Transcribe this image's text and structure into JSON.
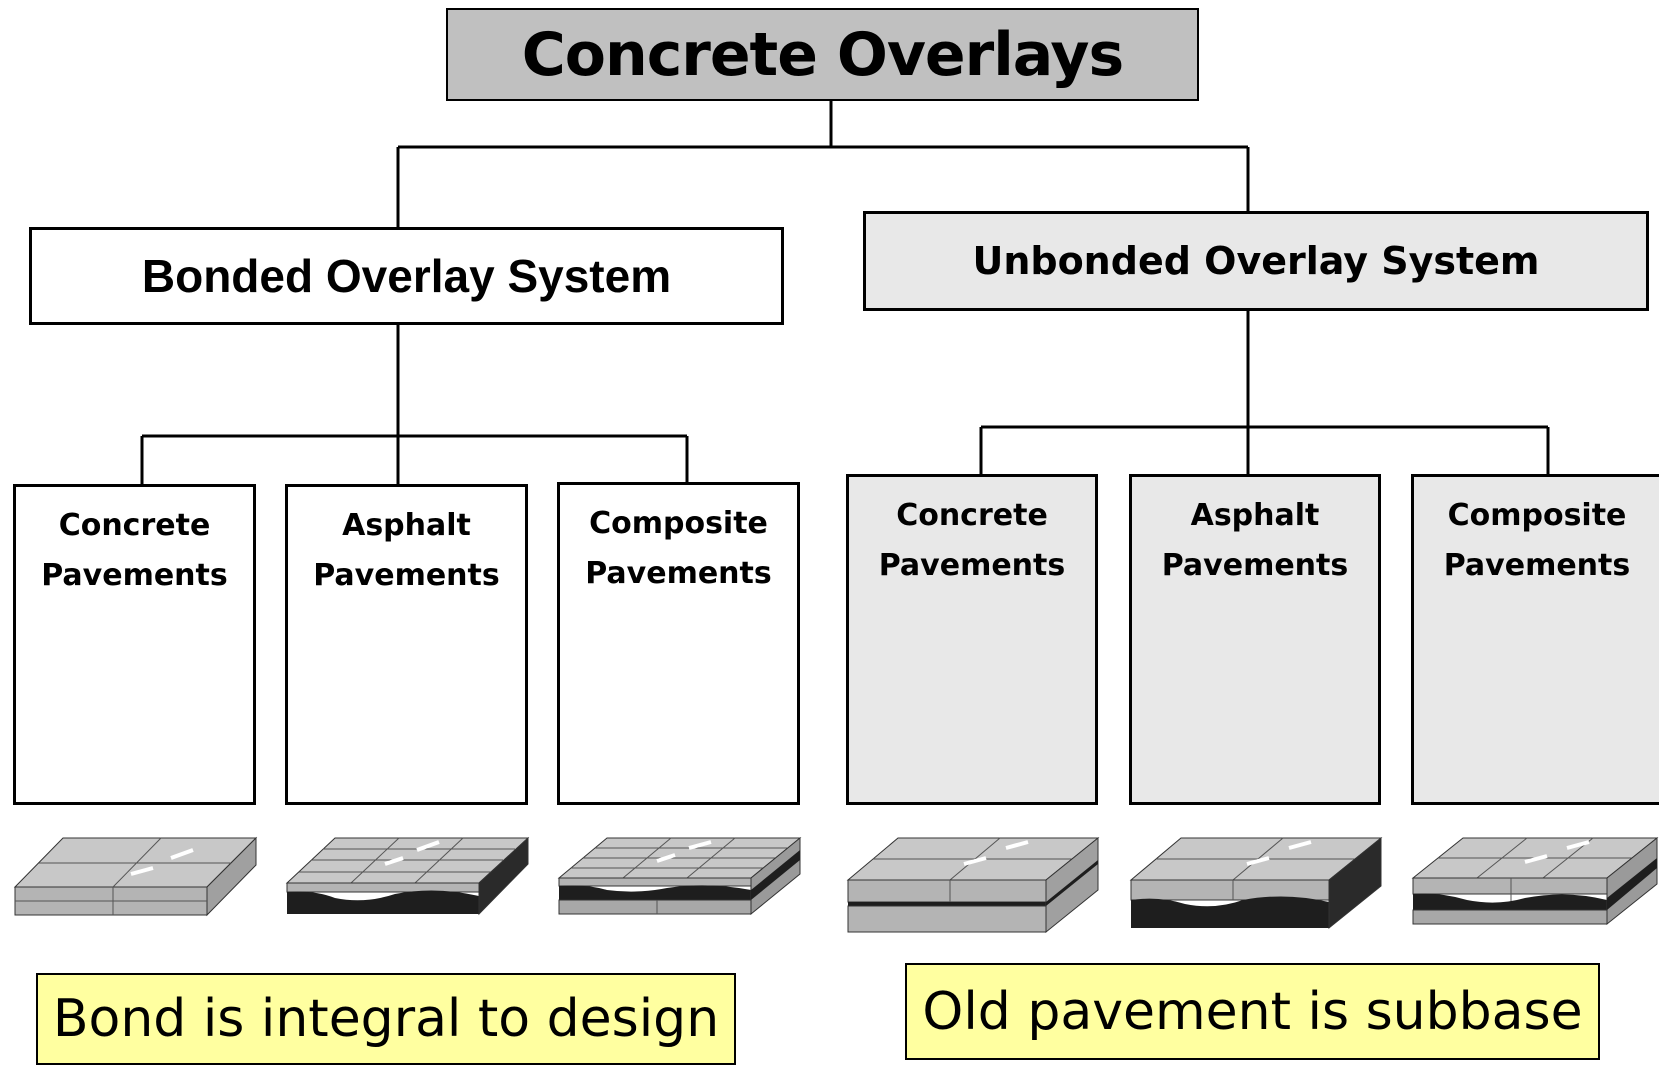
{
  "diagram": {
    "title": "Concrete Overlays",
    "bonded": {
      "label": "Bonded Overlay System",
      "children": [
        "Concrete Pavements",
        "Asphalt Pavements",
        "Composite Pavements"
      ],
      "children_line1": [
        "Concrete",
        "Asphalt",
        "Composite"
      ],
      "children_line2": [
        "Pavements",
        "Pavements",
        "Pavements"
      ],
      "note": "Bond is integral to design"
    },
    "unbonded": {
      "label": "Unbonded Overlay System",
      "children_line1": [
        "Concrete",
        "Asphalt",
        "Composite"
      ],
      "children_line2": [
        "Pavements",
        "Pavements",
        "Pavements"
      ],
      "note": "Old pavement is subbase"
    },
    "colors": {
      "title_fill": "#c0c0c0",
      "unbonded_fill": "#e8e8e8",
      "note_fill": "#ffffa0",
      "slab_top": "#c8c8c8",
      "slab_side": "#a8a8a8",
      "asphalt": "#1e1e1e"
    },
    "illustrations": [
      "concrete-slab-icon",
      "concrete-on-asphalt-icon",
      "concrete-on-composite-icon",
      "separated-concrete-slab-icon",
      "concrete-over-asphalt-icon",
      "concrete-over-composite-icon"
    ]
  }
}
